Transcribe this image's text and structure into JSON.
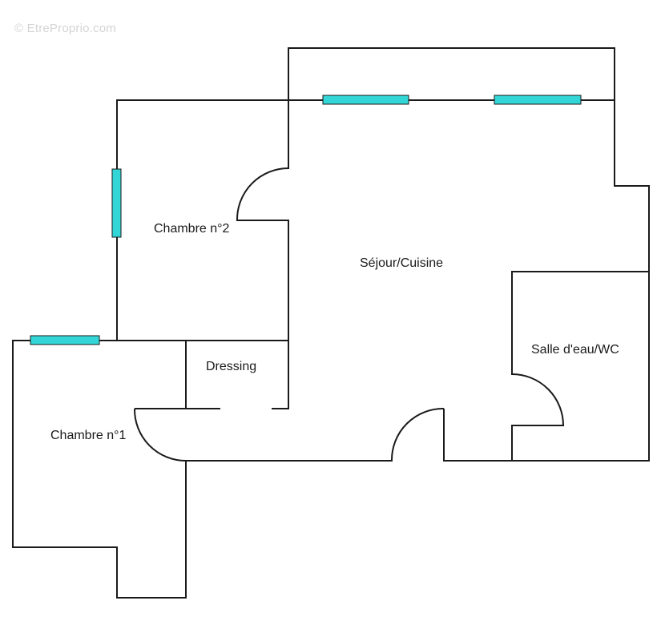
{
  "watermark": "© EtreProprio.com",
  "colors": {
    "wall": "#1a1a1a",
    "window": "#33d6d6",
    "background": "#ffffff",
    "watermark": "#d4d4d4"
  },
  "rooms": {
    "chambre2": "Chambre n°2",
    "sejour": "Séjour/Cuisine",
    "salle_eau": "Salle d'eau/WC",
    "dressing": "Dressing",
    "chambre1": "Chambre n°1"
  }
}
